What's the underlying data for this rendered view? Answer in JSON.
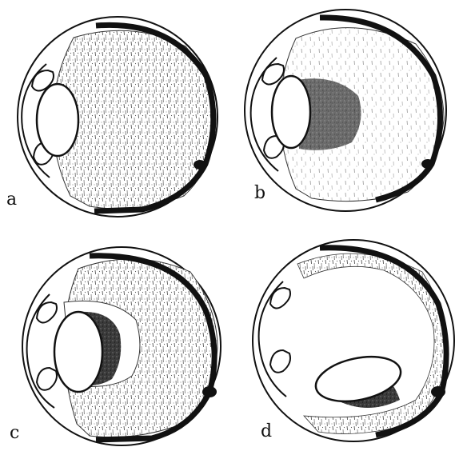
{
  "figure": {
    "panels": [
      {
        "label": "a",
        "state": "lens in normal position; vitreous fills posterior chamber"
      },
      {
        "label": "b",
        "state": "dark area forming behind the lens"
      },
      {
        "label": "c",
        "state": "dark mass behind lens, lens pushed forward"
      },
      {
        "label": "d",
        "state": "lens dislocated posteriorly into the globe; vitreous largely cleared"
      }
    ],
    "colors": {
      "ink": "#111111",
      "paper": "#ffffff",
      "stipple": "#6a6a6a"
    }
  }
}
